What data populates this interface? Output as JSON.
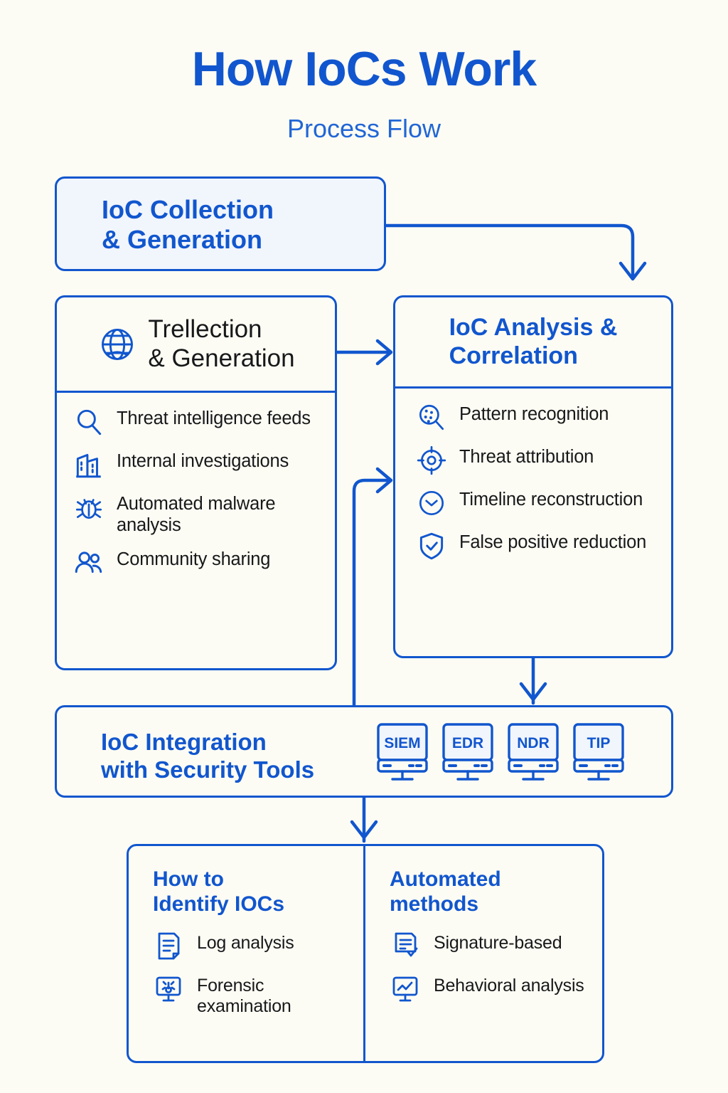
{
  "header": {
    "title": "How IoCs Work",
    "subtitle": "Process Flow"
  },
  "colors": {
    "accent": "#1156CE",
    "background": "#FDFCF4",
    "tinted_box": "#F1F5FC",
    "text_dark": "#17181A"
  },
  "stage1": {
    "title_line1": "IoC Collection",
    "title_line2": "& Generation"
  },
  "collection_card": {
    "title_line1": "Trellection",
    "title_line2": "& Generation",
    "icon": "globe-icon",
    "items": [
      {
        "icon": "magnifier-icon",
        "label": "Threat intelligence feeds"
      },
      {
        "icon": "building-icon",
        "label": "Internal investigations"
      },
      {
        "icon": "bug-icon",
        "label": "Automated malware analysis"
      },
      {
        "icon": "people-icon",
        "label": "Community sharing"
      }
    ]
  },
  "analysis_card": {
    "title_line1": "IoC Analysis &",
    "title_line2": "Correlation",
    "items": [
      {
        "icon": "pattern-magnifier-icon",
        "label": "Pattern recognition"
      },
      {
        "icon": "target-icon",
        "label": "Threat attribution"
      },
      {
        "icon": "clock-icon",
        "label": "Timeline reconstruction"
      },
      {
        "icon": "shield-check-icon",
        "label": "False positive reduction"
      }
    ]
  },
  "integration": {
    "title_line1": "IoC Integration",
    "title_line2": "with Security Tools",
    "tools": [
      {
        "icon": "monitor-icon",
        "label": "SIEM"
      },
      {
        "icon": "monitor-icon",
        "label": "EDR"
      },
      {
        "icon": "monitor-icon",
        "label": "NDR"
      },
      {
        "icon": "monitor-icon",
        "label": "TIP"
      }
    ]
  },
  "identify": {
    "left": {
      "title_line1": "How to",
      "title_line2": "Identify IOCs",
      "items": [
        {
          "icon": "document-lines-icon",
          "label": "Log analysis"
        },
        {
          "icon": "forensic-monitor-icon",
          "label": "Forensic examination"
        }
      ]
    },
    "right": {
      "title_line1": "Automated",
      "title_line2": "methods",
      "items": [
        {
          "icon": "document-check-icon",
          "label": "Signature-based"
        },
        {
          "icon": "chart-monitor-icon",
          "label": "Behavioral analysis"
        }
      ]
    }
  },
  "flow": {
    "arrow_collection_to_analysis": "arrow-right",
    "arrow_stage1_to_analysis": "arrow-down",
    "arrow_analysis_to_integration": "arrow-down",
    "arrow_integration_to_analysis": "arrow-right",
    "arrow_integration_to_identify": "arrow-down"
  }
}
